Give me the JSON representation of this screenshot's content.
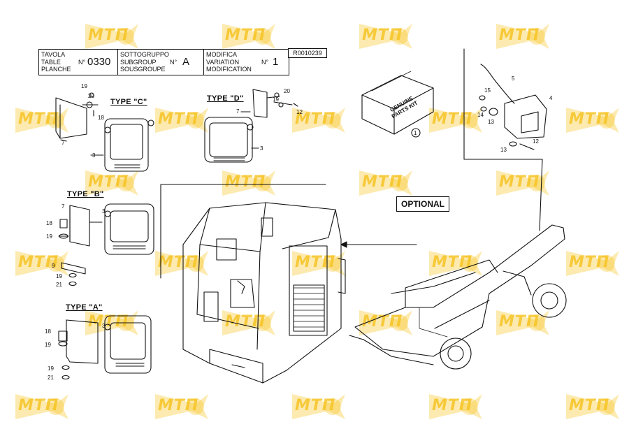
{
  "header": {
    "table_labels": [
      "TAVOLA",
      "TABLE",
      "PLANCHE"
    ],
    "table_no_label": "N°",
    "table_no": "0330",
    "subgroup_labels": [
      "SOTTOGRUPPO",
      "SUBGROUP",
      "SOUSGROUPE"
    ],
    "subgroup_no_label": "N°",
    "subgroup": "A",
    "variation_labels": [
      "MODIFICA",
      "VARIATION",
      "MODIFICATION"
    ],
    "variation_no_label": "N°",
    "variation": "1",
    "reference": "R0010239"
  },
  "types": {
    "c": "TYPE \"C\"",
    "d": "TYPE \"D\"",
    "b": "TYPE \"B\"",
    "a": "TYPE \"A\""
  },
  "optional_label": "OPTIONAL",
  "kit_text": {
    "line1": "GENUINE",
    "line2": "PARTS KIT"
  },
  "watermark": {
    "text": "МТП",
    "color": "#f6c21c"
  },
  "colors": {
    "line": "#111111",
    "watermark": "#f6c21c"
  },
  "callouts": {
    "c_19": "19",
    "c_20": "20",
    "c_18": "18",
    "c_7": "7",
    "c_3": "3",
    "d_20": "20",
    "d_19": "19",
    "d_7": "7",
    "d_3": "3",
    "d_12": "12",
    "b_7": "7",
    "b_3": "3",
    "b_18": "18",
    "b_19": "19",
    "b_9": "9",
    "b_19b": "19",
    "b_21": "21",
    "a_18": "18",
    "a_19": "19",
    "a_3": "3",
    "a_19b": "19",
    "a_21": "21",
    "kit_1": "1",
    "o_5": "5",
    "o_15": "15",
    "o_14": "14",
    "o_13": "13",
    "o_4": "4",
    "o_13b": "13",
    "o_12": "12"
  }
}
